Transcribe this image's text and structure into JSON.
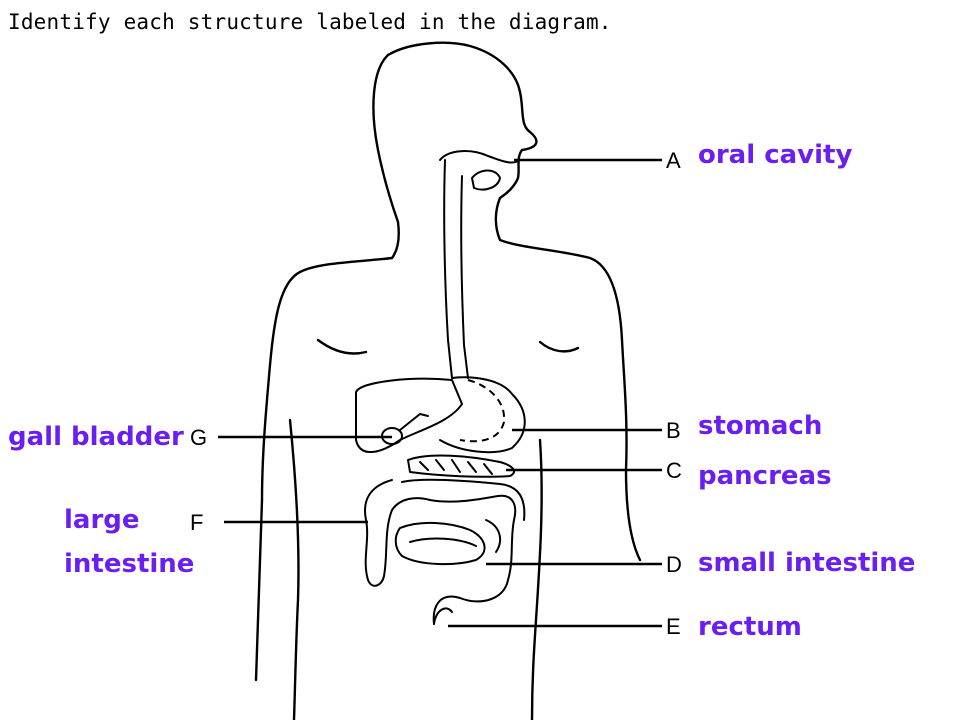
{
  "prompt": "Identify each structure labeled in the diagram.",
  "labels": [
    {
      "letter": "A",
      "answer": "oral cavity"
    },
    {
      "letter": "B",
      "answer": "stomach"
    },
    {
      "letter": "C",
      "answer": "pancreas"
    },
    {
      "letter": "D",
      "answer": "small intestine"
    },
    {
      "letter": "E",
      "answer": "rectum"
    },
    {
      "letter": "F",
      "answer": "large intestine"
    },
    {
      "letter": "G",
      "answer": "gall bladder"
    }
  ],
  "colors": {
    "answer_text": "#6a1ef2",
    "line_art": "#000000"
  }
}
